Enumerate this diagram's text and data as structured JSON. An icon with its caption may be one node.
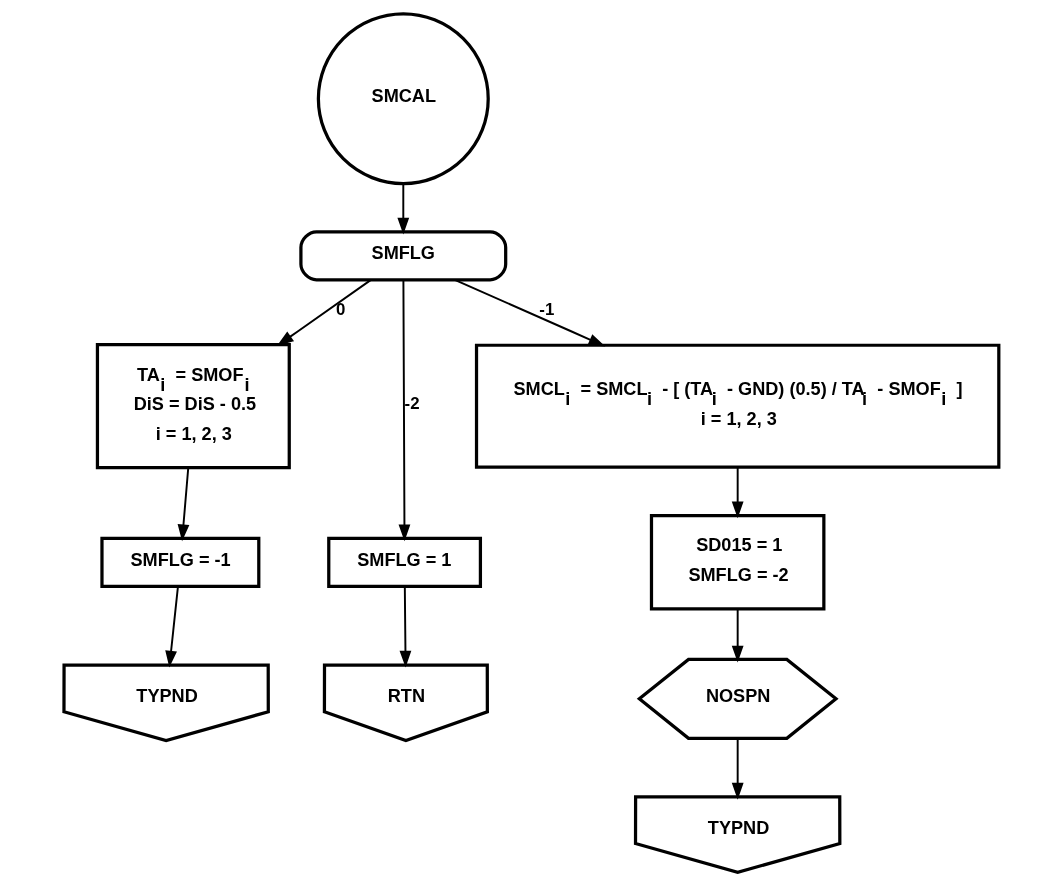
{
  "diagram": {
    "nodes": [
      {
        "text": [
          "SMCAL"
        ]
      },
      {
        "text": [
          "SMFLG"
        ]
      },
      {
        "text": [
          "TA$_{i}$ = SMOF$_{i}$",
          "DiS = DiS - 0.5",
          "i = 1, 2, 3"
        ]
      },
      {
        "text": [
          "SMCL$_{i}$ = SMCL$_{i}$ - [ (TA$_{i}$ - GND) (0.5) / TA$_{i}$ - SMOF$_{i}$ ]",
          "i = 1, 2, 3"
        ]
      },
      {
        "text": [
          "SMFLG = -1"
        ]
      },
      {
        "text": [
          "SMFLG = 1"
        ]
      },
      {
        "text": [
          "SD015 = 1",
          "SMFLG = -2"
        ]
      },
      {
        "text": [
          "TYPND"
        ]
      },
      {
        "text": [
          "RTN"
        ]
      },
      {
        "text": [
          "NOSPN"
        ]
      },
      {
        "text": [
          "TYPND"
        ]
      }
    ],
    "edges": [
      {
        "from": 0,
        "to": 1,
        "arrow": "to"
      },
      {
        "from": 1,
        "to": 2,
        "arrow": "to",
        "label": "0"
      },
      {
        "from": 1,
        "to": 5,
        "arrow": "to",
        "label": "-2"
      },
      {
        "from": 1,
        "to": 3,
        "arrow": "to",
        "label": "-1"
      },
      {
        "from": 2,
        "to": 4,
        "arrow": "to"
      },
      {
        "from": 3,
        "to": 6,
        "arrow": "to"
      },
      {
        "from": 4,
        "to": 7,
        "arrow": "to"
      },
      {
        "from": 5,
        "to": 8,
        "arrow": "to"
      },
      {
        "from": 6,
        "to": 9,
        "arrow": "to"
      },
      {
        "from": 9,
        "to": 10,
        "arrow": "to"
      }
    ]
  }
}
